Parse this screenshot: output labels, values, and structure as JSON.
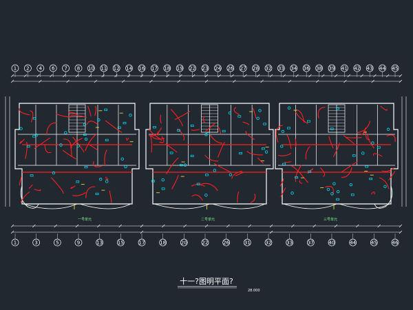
{
  "drawing": {
    "title": "十一?图明平面?",
    "scale": "28.000",
    "unit_labels": [
      "一号单元",
      "二号单元",
      "三号单元"
    ]
  },
  "axes": {
    "top": [
      "1",
      "2",
      "4",
      "6",
      "7",
      "8",
      "10",
      "11",
      "12",
      "14",
      "16",
      "17",
      "18",
      "19",
      "22",
      "23",
      "24",
      "26",
      "27",
      "28",
      "32",
      "33",
      "34",
      "36",
      "38",
      "39",
      "41",
      "42",
      "43",
      "44",
      "45"
    ],
    "bottom": [
      "1",
      "3",
      "5",
      "9",
      "13",
      "15",
      "17",
      "18",
      "20",
      "22",
      "26",
      "31",
      "32",
      "33",
      "37",
      "40",
      "44",
      "45",
      "46"
    ]
  },
  "colors": {
    "background": "#212830",
    "walls": "#ffffff",
    "wiring": "#ff2020",
    "fixtures": "#00e5ff",
    "annotations": "#ffee44",
    "dimension": "#7cf48a"
  }
}
